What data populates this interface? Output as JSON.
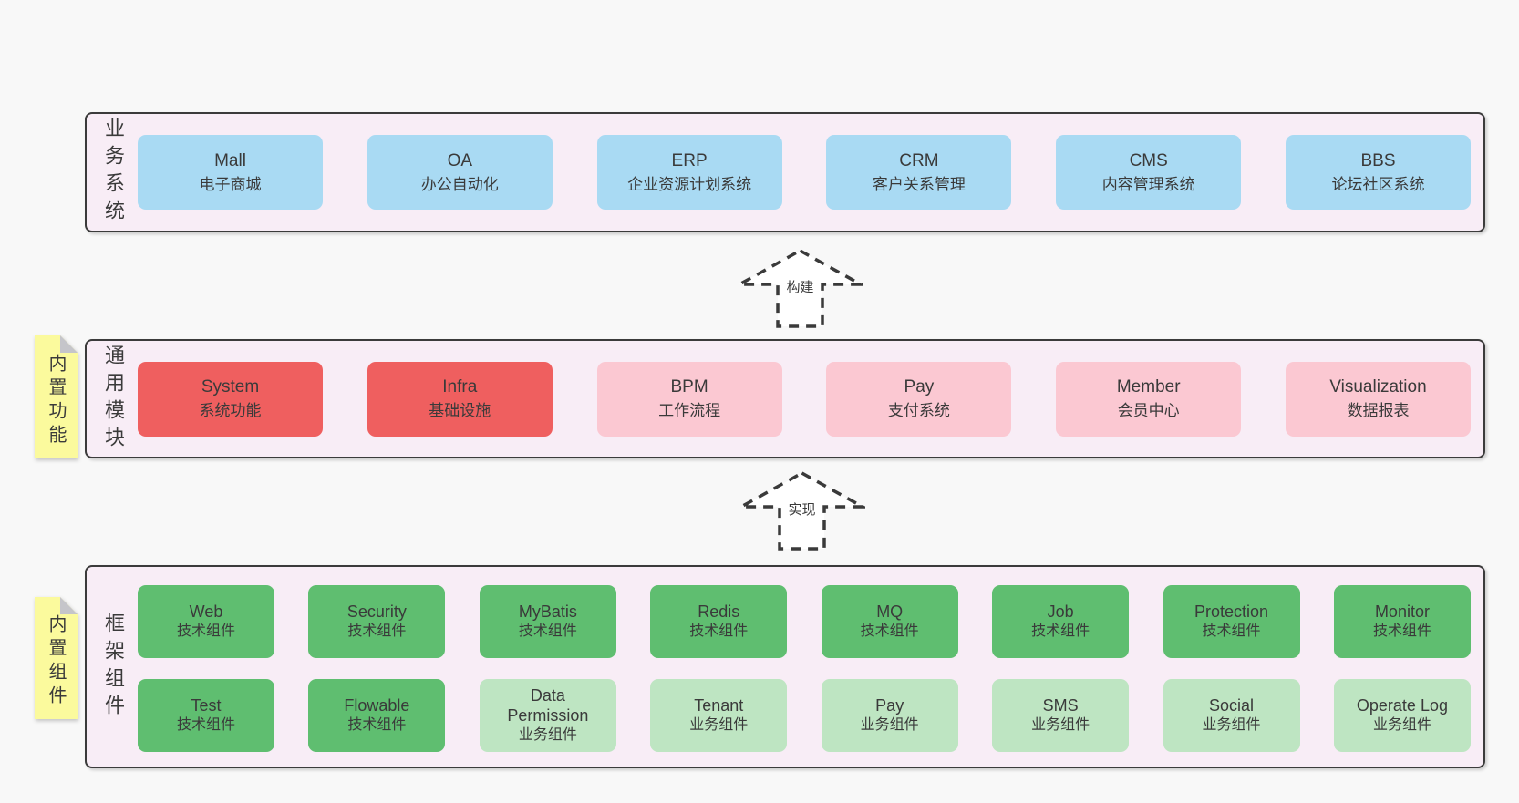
{
  "diagram": {
    "background": "#f8f8f8",
    "colors": {
      "section_bg": "#f8edf6",
      "section_border": "#3b3b3b",
      "business_box": "#a9daf3",
      "core_module_box": "#ef5f5f",
      "optional_module_box": "#fbc8d2",
      "tech_component_box": "#5fbe70",
      "biz_component_box": "#bee5c2",
      "sticky_note": "#fbfa9d"
    }
  },
  "sections": [
    {
      "label": "业务系统",
      "boxes": [
        {
          "name": "Mall",
          "desc": "电子商城",
          "variant": "blue"
        },
        {
          "name": "OA",
          "desc": "办公自动化",
          "variant": "blue"
        },
        {
          "name": "ERP",
          "desc": "企业资源计划系统",
          "variant": "blue"
        },
        {
          "name": "CRM",
          "desc": "客户关系管理",
          "variant": "blue"
        },
        {
          "name": "CMS",
          "desc": "内容管理系统",
          "variant": "blue"
        },
        {
          "name": "BBS",
          "desc": "论坛社区系统",
          "variant": "blue"
        }
      ]
    },
    {
      "label": "通用模块",
      "sticky": "内置功能",
      "boxes": [
        {
          "name": "System",
          "desc": "系统功能",
          "variant": "red"
        },
        {
          "name": "Infra",
          "desc": "基础设施",
          "variant": "red"
        },
        {
          "name": "BPM",
          "desc": "工作流程",
          "variant": "pink"
        },
        {
          "name": "Pay",
          "desc": "支付系统",
          "variant": "pink"
        },
        {
          "name": "Member",
          "desc": "会员中心",
          "variant": "pink"
        },
        {
          "name": "Visualization",
          "desc": "数据报表",
          "variant": "pink"
        }
      ]
    },
    {
      "label": "框架组件",
      "sticky": "内置组件",
      "rows": [
        [
          {
            "name": "Web",
            "desc": "技术组件",
            "variant": "green"
          },
          {
            "name": "Security",
            "desc": "技术组件",
            "variant": "green"
          },
          {
            "name": "MyBatis",
            "desc": "技术组件",
            "variant": "green"
          },
          {
            "name": "Redis",
            "desc": "技术组件",
            "variant": "green"
          },
          {
            "name": "MQ",
            "desc": "技术组件",
            "variant": "green"
          },
          {
            "name": "Job",
            "desc": "技术组件",
            "variant": "green"
          },
          {
            "name": "Protection",
            "desc": "技术组件",
            "variant": "green"
          },
          {
            "name": "Monitor",
            "desc": "技术组件",
            "variant": "green"
          }
        ],
        [
          {
            "name": "Test",
            "desc": "技术组件",
            "variant": "green"
          },
          {
            "name": "Flowable",
            "desc": "技术组件",
            "variant": "green"
          },
          {
            "name": "Data Permission",
            "desc": "业务组件",
            "variant": "lightgreen"
          },
          {
            "name": "Tenant",
            "desc": "业务组件",
            "variant": "lightgreen"
          },
          {
            "name": "Pay",
            "desc": "业务组件",
            "variant": "lightgreen"
          },
          {
            "name": "SMS",
            "desc": "业务组件",
            "variant": "lightgreen"
          },
          {
            "name": "Social",
            "desc": "业务组件",
            "variant": "lightgreen"
          },
          {
            "name": "Operate Log",
            "desc": "业务组件",
            "variant": "lightgreen"
          }
        ]
      ]
    }
  ],
  "arrows": [
    {
      "label": "构建"
    },
    {
      "label": "实现"
    }
  ]
}
